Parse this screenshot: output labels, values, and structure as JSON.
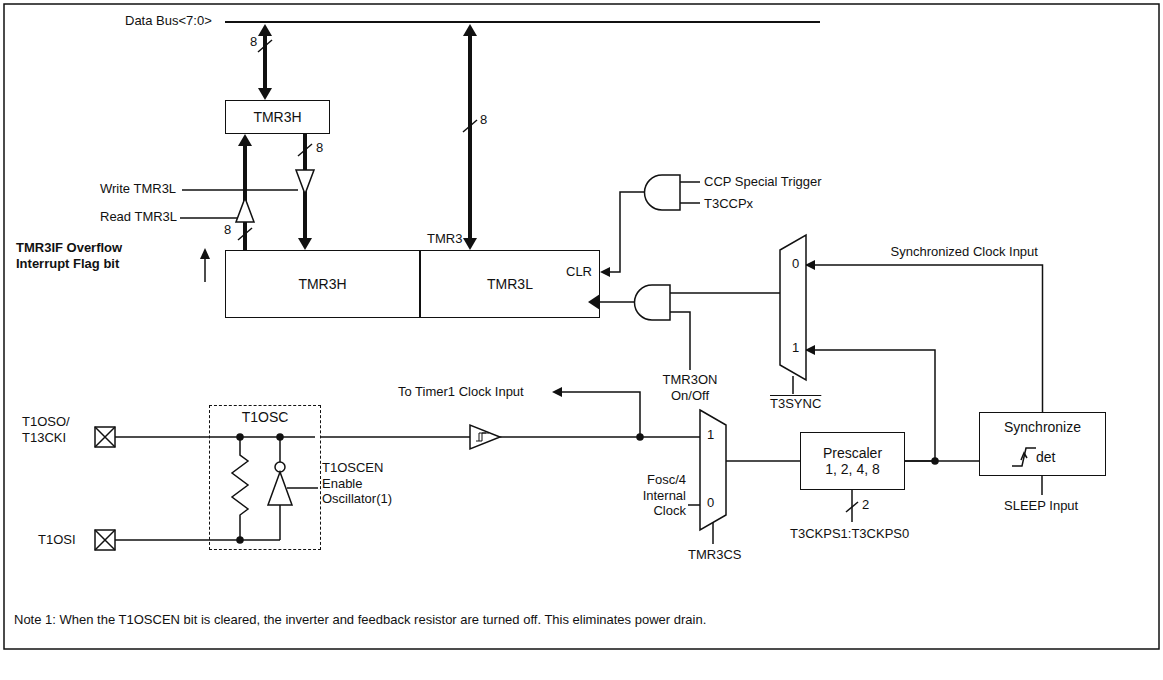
{
  "diagram": {
    "nodes": [
      {
        "text": [
          "TMR3H"
        ]
      },
      {
        "text": [
          "TMR3H"
        ]
      },
      {
        "text": [
          "TMR3L"
        ]
      },
      {
        "text": [
          "T1OSC"
        ]
      },
      {
        "text": [
          "1",
          "0"
        ]
      },
      {
        "text": [
          "Prescaler 1, 2, 4, 8"
        ]
      },
      {
        "text": [
          "Synchronize",
          "det"
        ]
      },
      {
        "text": [
          "0",
          "1"
        ]
      }
    ],
    "edges": [
      {
        "from": 3,
        "to": 4,
        "arrow": "none"
      },
      {
        "from": 4,
        "to": 5,
        "arrow": "none"
      },
      {
        "from": 5,
        "to": 6,
        "arrow": "none"
      },
      {
        "from": 5,
        "to": 7,
        "arrow": "to"
      },
      {
        "from": 6,
        "to": 7,
        "arrow": "to",
        "label": "Synchronized Clock Input"
      }
    ],
    "labels": [
      "Data Bus<7:0>",
      "8",
      "8",
      "Write TMR3L",
      "Read TMR3L",
      "8",
      "8",
      "TMR3",
      "TMR3IF Overflow Interrupt Flag bit",
      "CLR",
      "CCP Special Trigger",
      "T3CCPx",
      "T3SYNC",
      "TMR3ON On/Off",
      "To Timer1 Clock Input",
      "T1OSO/ T13CKI",
      "T1OSI",
      "T1OSCEN Enable Oscillator(1)",
      "Fosc/4 Internal Clock",
      "TMR3CS",
      "2",
      "T3CKPS1:T3CKPS0",
      "SLEEP Input",
      "Note 1: When the T1OSCEN bit is cleared, the inverter and feedback resistor are turned off. This eliminates power drain."
    ]
  }
}
